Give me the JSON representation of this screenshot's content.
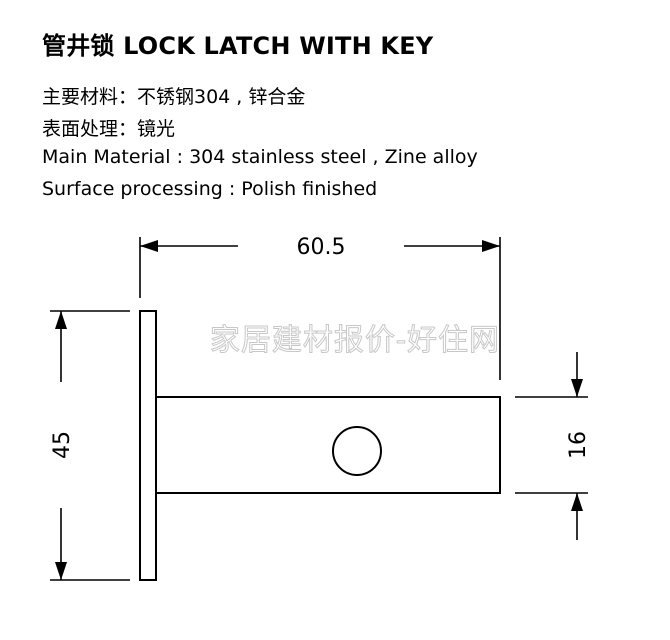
{
  "header": {
    "title": "管井锁 LOCK LATCH WITH KEY"
  },
  "specs": {
    "material_cn": "主要材料：不锈钢304 , 锌合金",
    "surface_cn": "表面处理：镜光",
    "material_en": "Main Material : 304 stainless steel , Zine alloy",
    "surface_en": "Surface processing : Polish finished"
  },
  "dimensions": {
    "length": "60.5",
    "height": "45",
    "bolt_height": "16"
  },
  "watermark": "家居建材报价-好住网",
  "colors": {
    "line": "#000000",
    "background": "#ffffff",
    "watermark_outline": "#c8c8c8"
  }
}
